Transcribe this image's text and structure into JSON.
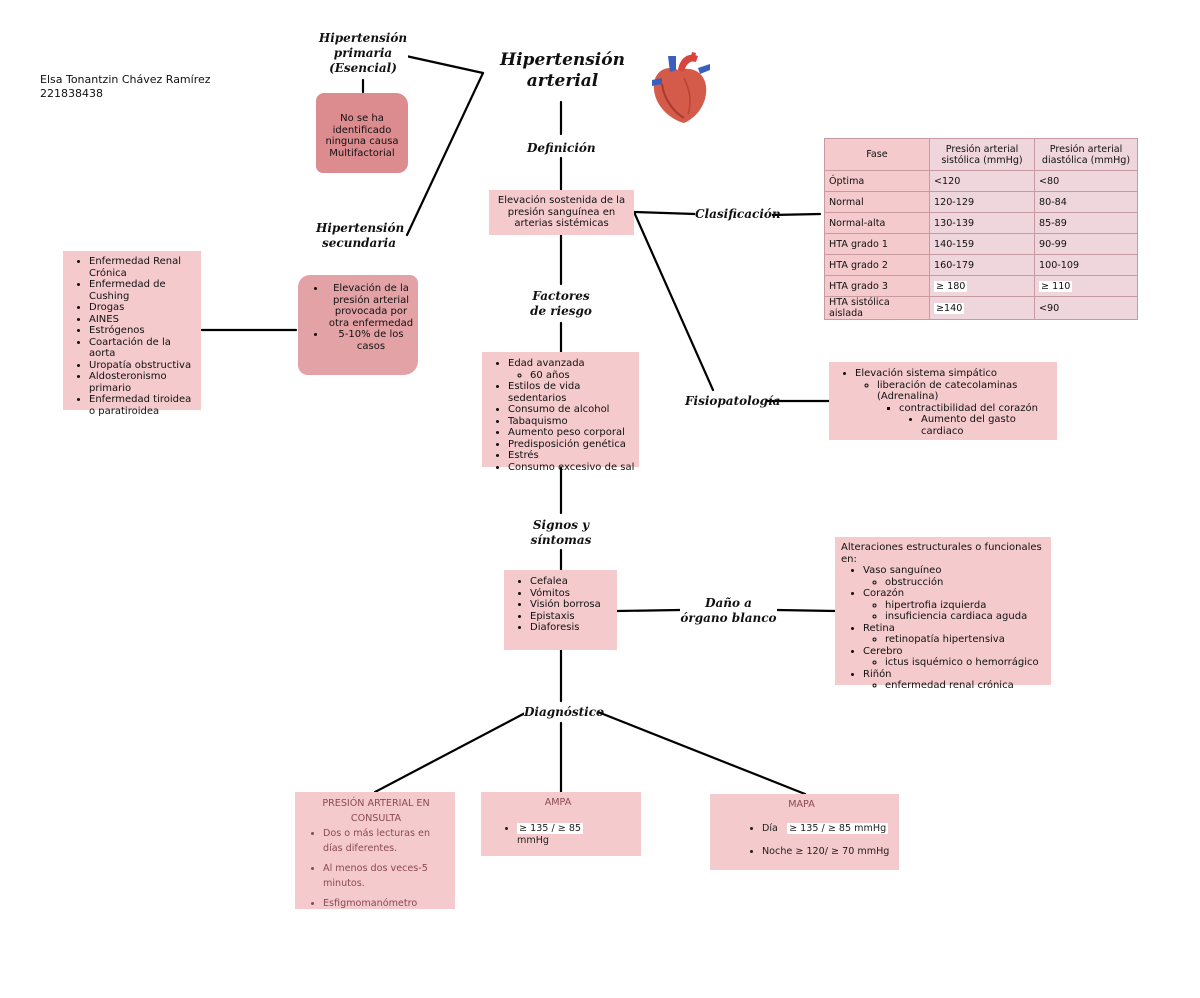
{
  "author": {
    "name": "Elsa Tonantzin Chávez Ramírez",
    "id": "221838438"
  },
  "title": "Hipertensión arterial",
  "heart_icon": "heart-icon",
  "labels": {
    "primaria": "Hipertensión primaria (Esencial)",
    "secundaria": "Hipertensión secundaria",
    "definicion": "Definición",
    "factores": "Factores de riesgo",
    "signos": "Signos y síntomas",
    "diagnostico": "Diagnóstico",
    "clasificacion": "Clasificación",
    "fisiopatologia": "Fisiopatología",
    "dano": "Daño a órgano blanco"
  },
  "primaria_text": "No se ha identificado ninguna causa Multifactorial",
  "secundaria_items": [
    "Elevación de la presión arterial provocada por otra enfermedad",
    "5-10% de los casos"
  ],
  "causas_secundaria": [
    "Enfermedad Renal Crónica",
    "Enfermedad de Cushing",
    "Drogas",
    "AINES",
    "Estrógenos",
    "Coartación de la aorta",
    "Uropatía obstructiva",
    "Aldosteronismo primario",
    "Enfermedad tiroidea o paratiroidea"
  ],
  "definicion_text": "Elevación sostenida de la presión sanguínea en arterias sistémicas",
  "factores": {
    "first": "Edad avanzada",
    "sub": "60 años",
    "rest": [
      "Estilos de vida sedentarios",
      "Consumo de alcohol",
      "Tabaquismo",
      "Aumento peso corporal",
      "Predisposición genética",
      "Estrés",
      "Consumo excesivo de sal"
    ]
  },
  "signos": [
    "Cefalea",
    "Vómitos",
    "Visión borrosa",
    "Epistaxis",
    "Diaforesis"
  ],
  "clasificacion_table": {
    "headers": [
      "Fase",
      "Presión arterial sistólica (mmHg)",
      "Presión arterial diastólica (mmHg)"
    ],
    "rows": [
      [
        "Óptima",
        "<120",
        "<80"
      ],
      [
        "Normal",
        "120-129",
        "80-84"
      ],
      [
        "Normal-alta",
        "130-139",
        "85-89"
      ],
      [
        "HTA grado 1",
        "140-159",
        "90-99"
      ],
      [
        "HTA grado 2",
        "160-179",
        "100-109"
      ],
      [
        "HTA grado 3",
        "≥ 180",
        "≥ 110"
      ],
      [
        "HTA sistólica aislada",
        "≥140",
        "<90"
      ]
    ]
  },
  "fisiopatologia": {
    "l1": "Elevación sistema simpático",
    "l2": "liberación de catecolaminas (Adrenalina)",
    "l3": "contractibilidad del corazón",
    "l4": "Aumento del gasto cardiaco"
  },
  "dano": {
    "intro": "Alteraciones estructurales o funcionales en:",
    "organs": [
      {
        "name": "Vaso sanguíneo",
        "subs": [
          "obstrucción"
        ]
      },
      {
        "name": "Corazón",
        "subs": [
          "hipertrofia izquierda",
          "insuficiencia cardiaca aguda"
        ]
      },
      {
        "name": "Retina",
        "subs": [
          "retinopatía hipertensiva"
        ]
      },
      {
        "name": "Cerebro",
        "subs": [
          "ictus isquémico o hemorrágico"
        ]
      },
      {
        "name": "Riñón",
        "subs": [
          "enfermedad renal crónica"
        ]
      }
    ]
  },
  "consulta": {
    "title": "PRESIÓN ARTERIAL EN CONSULTA",
    "items": [
      "Dos o más lecturas en días diferentes.",
      "Al menos dos veces-5 minutos.",
      "Esfigmomanómetro"
    ]
  },
  "ampa": {
    "title": "AMPA",
    "value": "≥ 135 / ≥ 85",
    "unit": "mmHg"
  },
  "mapa": {
    "title": "MAPA",
    "dia_label": "Día",
    "dia_value": "≥ 135 / ≥ 85 mmHg",
    "noche": "Noche ≥ 120/ ≥ 70 mmHg"
  }
}
